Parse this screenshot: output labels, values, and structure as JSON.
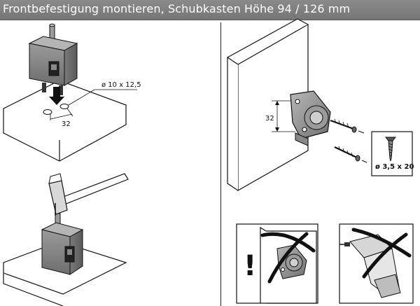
{
  "title": "Frontbefestigung montieren, Schubkasten Höhe 94 / 126 mm",
  "step1": {
    "dowel_size": "ø 10 x 12,5",
    "spacing": "32"
  },
  "step3": {
    "height": "32",
    "screw_spec": "ø 3,5 x 20"
  },
  "warning": {
    "symbol": "!"
  },
  "colors": {
    "title_bar": "#7f7f7f",
    "title_text": "#ffffff",
    "jig": "#8f8f8f"
  },
  "icons": [
    "drilling-jig-icon",
    "hammer-icon",
    "front-bracket-icon",
    "screw-icon",
    "warning-icon",
    "power-drill-icon",
    "cross-out-icon"
  ]
}
